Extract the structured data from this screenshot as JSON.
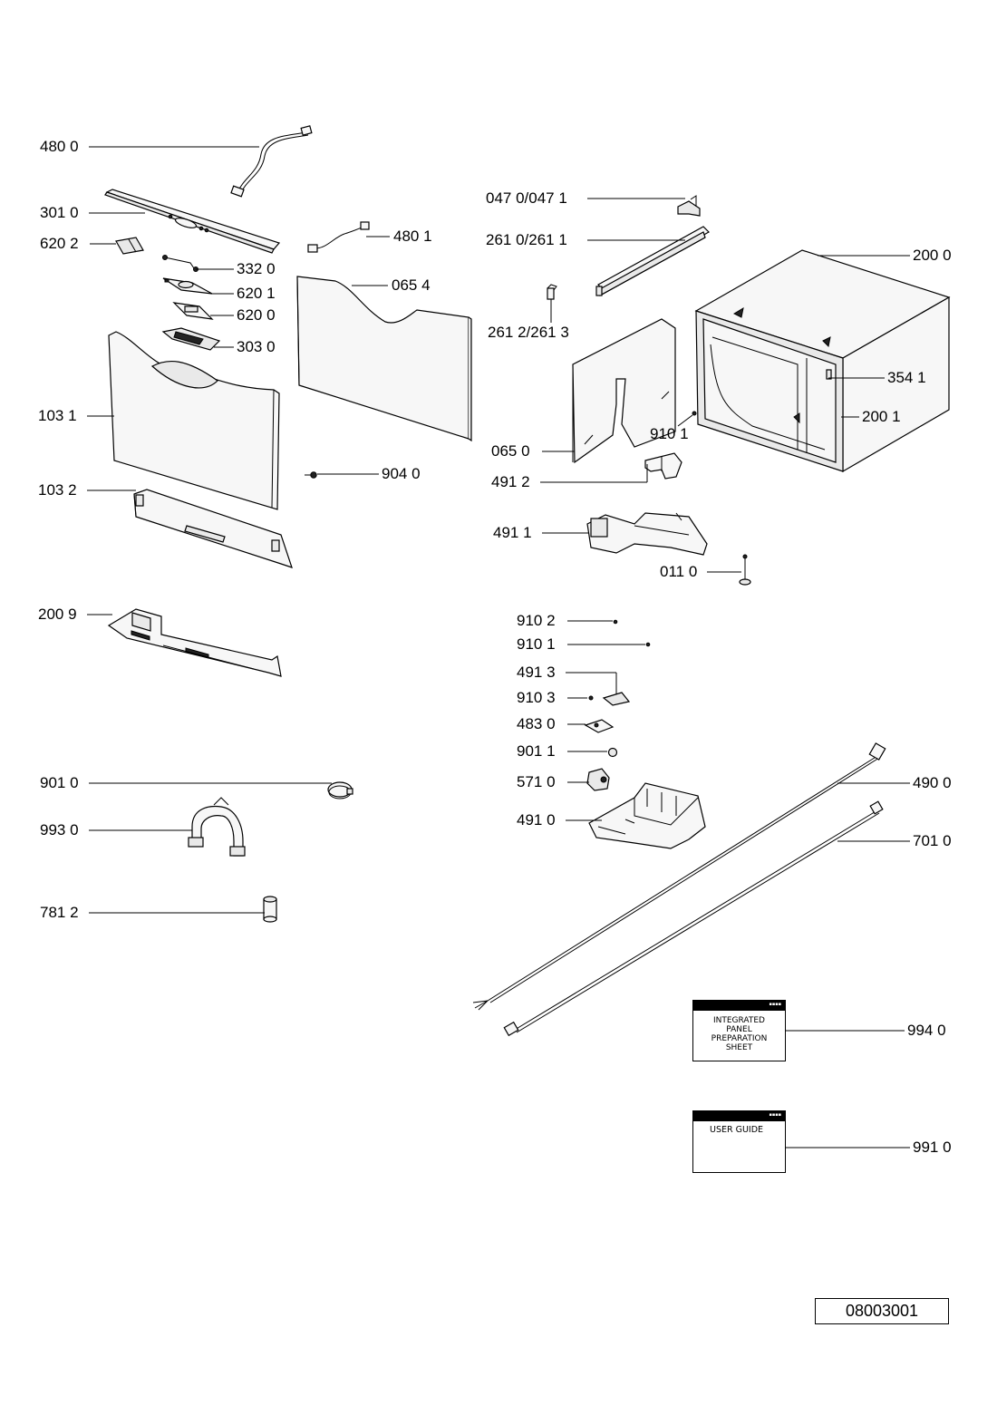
{
  "diagram": {
    "parts": [
      {
        "id": "p4800",
        "label": "480 0"
      },
      {
        "id": "p3010",
        "label": "301 0"
      },
      {
        "id": "p6202",
        "label": "620 2"
      },
      {
        "id": "p3320",
        "label": "332 0"
      },
      {
        "id": "p6201",
        "label": "620 1"
      },
      {
        "id": "p6200",
        "label": "620 0"
      },
      {
        "id": "p3030",
        "label": "303 0"
      },
      {
        "id": "p4801",
        "label": "480 1"
      },
      {
        "id": "p0654",
        "label": "065 4"
      },
      {
        "id": "p1031",
        "label": "103 1"
      },
      {
        "id": "p9040",
        "label": "904 0"
      },
      {
        "id": "p1032",
        "label": "103 2"
      },
      {
        "id": "p2009",
        "label": "200 9"
      },
      {
        "id": "p9010",
        "label": "901 0"
      },
      {
        "id": "p9930",
        "label": "993 0"
      },
      {
        "id": "p7812",
        "label": "781 2"
      },
      {
        "id": "p0470",
        "label": "047 0/047 1"
      },
      {
        "id": "p2610",
        "label": "261 0/261 1"
      },
      {
        "id": "p2000",
        "label": "200 0"
      },
      {
        "id": "p2612",
        "label": "261 2/261 3"
      },
      {
        "id": "p3541",
        "label": "354 1"
      },
      {
        "id": "p2001",
        "label": "200 1"
      },
      {
        "id": "p9101a",
        "label": "910 1"
      },
      {
        "id": "p0650",
        "label": "065 0"
      },
      {
        "id": "p4912",
        "label": "491 2"
      },
      {
        "id": "p4911",
        "label": "491 1"
      },
      {
        "id": "p0110",
        "label": "011 0"
      },
      {
        "id": "p9102",
        "label": "910 2"
      },
      {
        "id": "p9101b",
        "label": "910 1"
      },
      {
        "id": "p4913",
        "label": "491 3"
      },
      {
        "id": "p9103",
        "label": "910 3"
      },
      {
        "id": "p4830",
        "label": "483 0"
      },
      {
        "id": "p9011",
        "label": "901 1"
      },
      {
        "id": "p5710",
        "label": "571 0"
      },
      {
        "id": "p4900",
        "label": "490 0"
      },
      {
        "id": "p4910",
        "label": "491 0"
      },
      {
        "id": "p7010",
        "label": "701 0"
      },
      {
        "id": "p9940",
        "label": "994 0"
      },
      {
        "id": "p9910",
        "label": "991 0"
      }
    ],
    "booklets": {
      "panel_sheet": {
        "line1": "INTEGRATED",
        "line2": "PANEL",
        "line3": "PREPARATION",
        "line4": "SHEET"
      },
      "user_guide": {
        "text": "USER GUIDE"
      }
    },
    "document_number": "08003001"
  }
}
